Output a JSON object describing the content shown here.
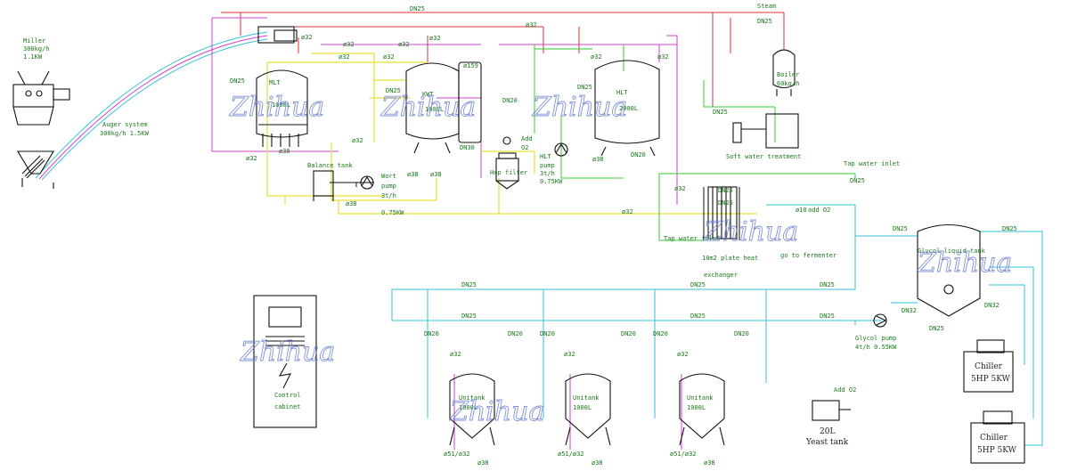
{
  "labels": {
    "miller_left": [
      "Miller",
      "300kg/h",
      "1.1KW"
    ],
    "auger": [
      "Auger system",
      "300kg/h 1.5KW"
    ],
    "dn25_top": "DN25",
    "steam": "Steam",
    "dn25_steam": "DN25",
    "mlt": [
      "MLT",
      "1000L"
    ],
    "kwt": [
      "KWT",
      "1000L"
    ],
    "hlt": [
      "HLT",
      "2000L"
    ],
    "balance_tank": "Balance tank",
    "wort_pump": [
      "Wort",
      "pump",
      "3t/h",
      "0.75KW"
    ],
    "hop_filter": "Hop filter",
    "add_o2_hop": [
      "Add",
      "O2"
    ],
    "hlt_pump": [
      "HLT",
      "pump",
      "3t/h",
      "0.75KW"
    ],
    "boiler": [
      "Boiler",
      "60kg/h"
    ],
    "soft_water": "Soft water treatment",
    "tap_water_inlet_top": "Tap water inlet",
    "tap_water_inlet_bottom": "Tap water inlet",
    "plate_hx": [
      "10m2 plate heat",
      "exchanger"
    ],
    "go_to_fermenter": "go to fermenter",
    "add_o2_line": "add O2",
    "glycol_tank": "Glycol liquid tank",
    "glycol_pump": [
      "Glycol pump",
      "4t/h 0.55KW"
    ],
    "chiller1": [
      "Chiller",
      "5HP 5KW"
    ],
    "chiller2": [
      "Chiller",
      "5HP 5KW"
    ],
    "control_cabinet": [
      "Control",
      "cabinet"
    ],
    "unitank": [
      "Unitank",
      "1000L"
    ],
    "yeast_tank": [
      "20L",
      "Yeast tank"
    ],
    "add_o2_yeast": "Add O2",
    "pipe_labels": {
      "d32": "ø32",
      "d38": "ø38",
      "d159": "ø159",
      "d10": "ø10",
      "d51_32": "ø51/ø32",
      "dn25": "DN25",
      "dn20": "DN20",
      "dn32": "DN32",
      "dn30": "DN30"
    },
    "watermark": "Zhihua"
  },
  "colors": {
    "steam": "#e03030",
    "wort": "#e6e033",
    "glycol": "#33c0d6",
    "hot_water": "#d040d0",
    "cold_water": "#33cc33",
    "watermark": "#6a7fd0"
  }
}
